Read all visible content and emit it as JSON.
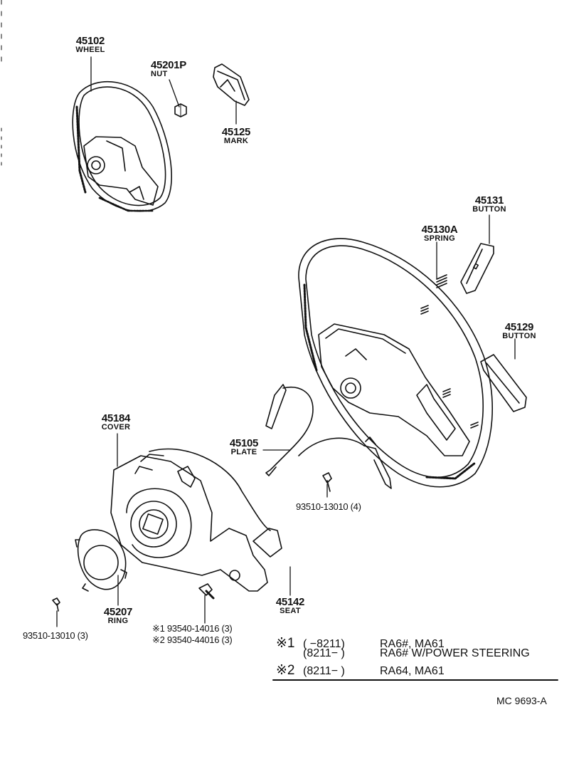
{
  "parts": [
    {
      "number": "45102",
      "name": "WHEEL"
    },
    {
      "number": "45201P",
      "name": "NUT"
    },
    {
      "number": "45125",
      "name": "MARK"
    },
    {
      "number": "45131",
      "name": "BUTTON"
    },
    {
      "number": "45130A",
      "name": "SPRING"
    },
    {
      "number": "45129",
      "name": "BUTTON"
    },
    {
      "number": "45184",
      "name": "COVER"
    },
    {
      "number": "45105",
      "name": "PLATE"
    },
    {
      "number": "93510-13010 (4)",
      "name": ""
    },
    {
      "number": "45142",
      "name": "SEAT"
    },
    {
      "number": "45207",
      "name": "RING"
    },
    {
      "number": "93510-13010 (3)",
      "name": ""
    },
    {
      "number": "※1 93540-14016 (3)",
      "name": ""
    },
    {
      "number": "※2 93540-44016 (3)",
      "name": ""
    }
  ],
  "notes": [
    {
      "mark": "※1",
      "range": "(        −8211)",
      "models": "RA6#, MA61"
    },
    {
      "mark": "",
      "range": "(8211−        )",
      "models": "RA6# W/POWER STEERING"
    },
    {
      "mark": "※2",
      "range": "(8211−        )",
      "models": "RA64, MA61"
    }
  ],
  "reference": "MC  9693-A"
}
